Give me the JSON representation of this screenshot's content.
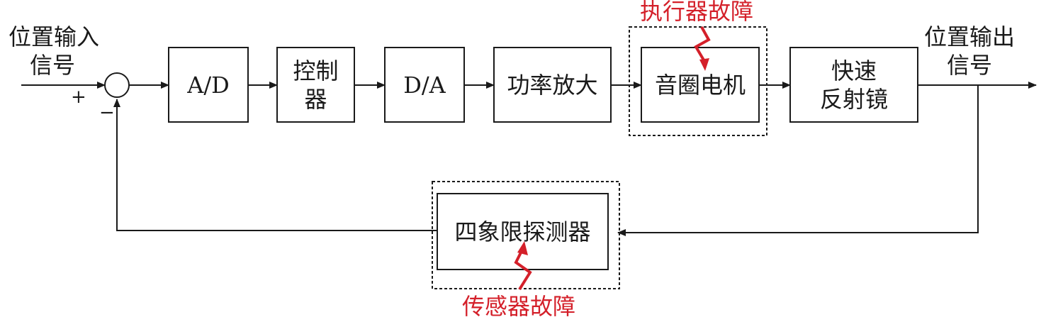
{
  "input_label": [
    "位置输入",
    "信号"
  ],
  "output_label": [
    "位置输出",
    "信号"
  ],
  "plus_sign": "+",
  "minus_sign": "−",
  "blocks": {
    "ad": "A/D",
    "controller": [
      "控制",
      "器"
    ],
    "da": "D/A",
    "power_amp": "功率放大",
    "voice_coil_motor": "音圈电机",
    "fast_mirror": [
      "快速",
      "反射镜"
    ],
    "quadrant_detector": "四象限探测器"
  },
  "faults": {
    "actuator": "执行器故障",
    "sensor": "传感器故障"
  },
  "colors": {
    "line": "#1a1a1a",
    "fault": "#d4202a"
  }
}
